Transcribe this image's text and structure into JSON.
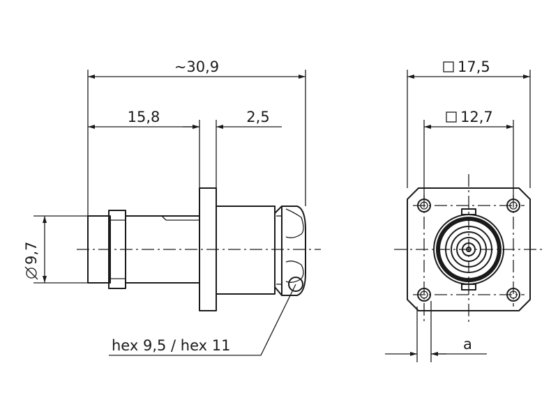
{
  "dimensions": {
    "overall_length": "~30,9",
    "body_length": "15,8",
    "flange_thickness": "2,5",
    "flange_outer_square": "17,5",
    "hole_square": "12,7",
    "diameter": "9,7",
    "hole_offset": "a"
  },
  "callouts": {
    "hex": "hex 9,5 / hex 11"
  }
}
